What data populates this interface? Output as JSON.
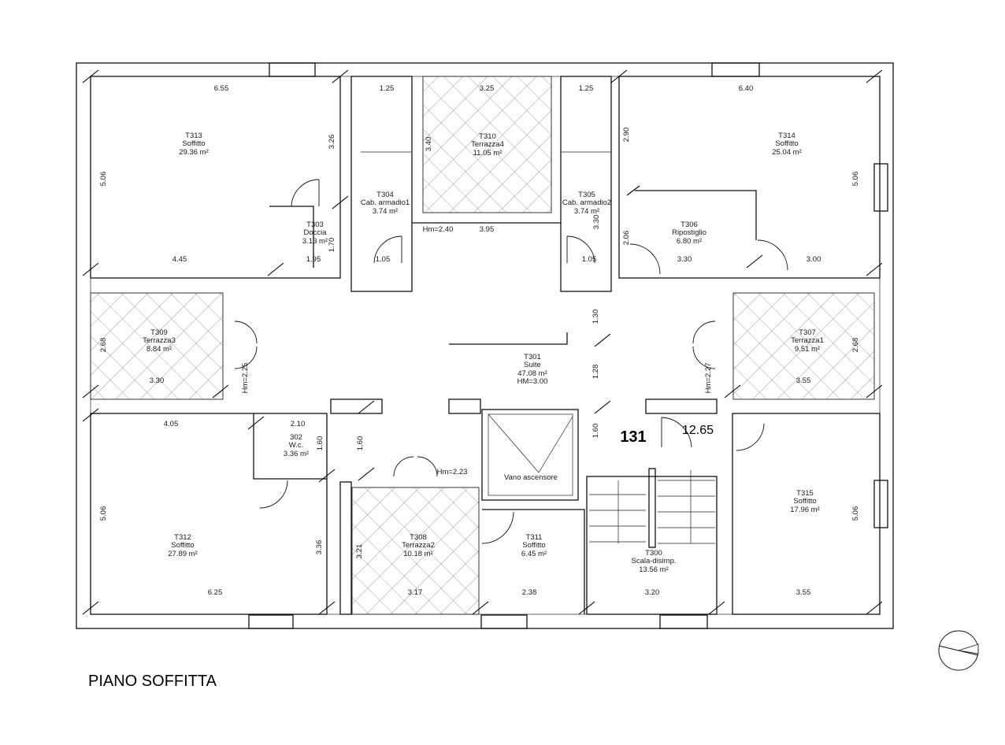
{
  "title": "PIANO SOFFITTA",
  "rooms": [
    {
      "id": "T313",
      "name": "Soffitto",
      "area": "29.36 m²"
    },
    {
      "id": "T310",
      "name": "Terrazza4",
      "area": "11.05 m²"
    },
    {
      "id": "T314",
      "name": "Soffitto",
      "area": "25.04 m²"
    },
    {
      "id": "T304",
      "name": "Cab. armadio1",
      "area": "3.74 m²"
    },
    {
      "id": "T305",
      "name": "Cab. armadio2",
      "area": "3.74 m²"
    },
    {
      "id": "T303",
      "name": "Doccia",
      "area": "3.13 m²"
    },
    {
      "id": "T306",
      "name": "Ripostiglio",
      "area": "6.80 m²"
    },
    {
      "id": "T309",
      "name": "Terrazza3",
      "area": "8.84 m²"
    },
    {
      "id": "T307",
      "name": "Terrazza1",
      "area": "9.51 m²"
    },
    {
      "id": "T301",
      "name": "Suite",
      "area": "47.08 m²",
      "extra": "HM=3.00"
    },
    {
      "id": "302",
      "name": "W.c.",
      "area": "3.36 m²"
    },
    {
      "id": "T312",
      "name": "Soffitto",
      "area": "27.89 m²"
    },
    {
      "id": "T308",
      "name": "Terrazza2",
      "area": "10.18 m²"
    },
    {
      "id": "T311",
      "name": "Soffitto",
      "area": "6.45 m²"
    },
    {
      "id": "T300",
      "name": "Scala-disimp.",
      "area": "13.56 m²"
    },
    {
      "id": "T315",
      "name": "Soffitto",
      "area": "17.96 m²"
    }
  ],
  "vano": "Vano ascensore",
  "unit_number": "131",
  "level": "12.65",
  "heights": {
    "hm240": "Hm=2.40",
    "hm223": "Hm=2.23",
    "hm225": "Hm=2.25",
    "hm227": "Hm=2.27"
  },
  "dims": {
    "d655": "6.55",
    "d125a": "1.25",
    "d325": "3.25",
    "d125b": "1.25",
    "d640": "6.40",
    "d506a": "5.06",
    "d326": "3.26",
    "d340": "3.40",
    "d290": "2.90",
    "d506b": "5.06",
    "d395": "3.95",
    "d330a": "3.30",
    "d206": "2.06",
    "d445": "4.45",
    "d195": "1.95",
    "d170": "1.70",
    "d105a": "1.05",
    "d105b": "1.05",
    "d330b": "3.30",
    "d300": "3.00",
    "d268a": "2.68",
    "d330c": "3.30",
    "d130": "1.30",
    "d128": "1.28",
    "d268b": "2.68",
    "d355a": "3.55",
    "d405": "4.05",
    "d210": "2.10",
    "d160a": "1.60",
    "d160b": "1.60",
    "d160c": "1.60",
    "d506c": "5.06",
    "d336": "3.36",
    "d321": "3.21",
    "d506d": "5.06",
    "d625": "6.25",
    "d317": "3.17",
    "d238": "2.38",
    "d320": "3.20",
    "d355b": "3.55"
  }
}
